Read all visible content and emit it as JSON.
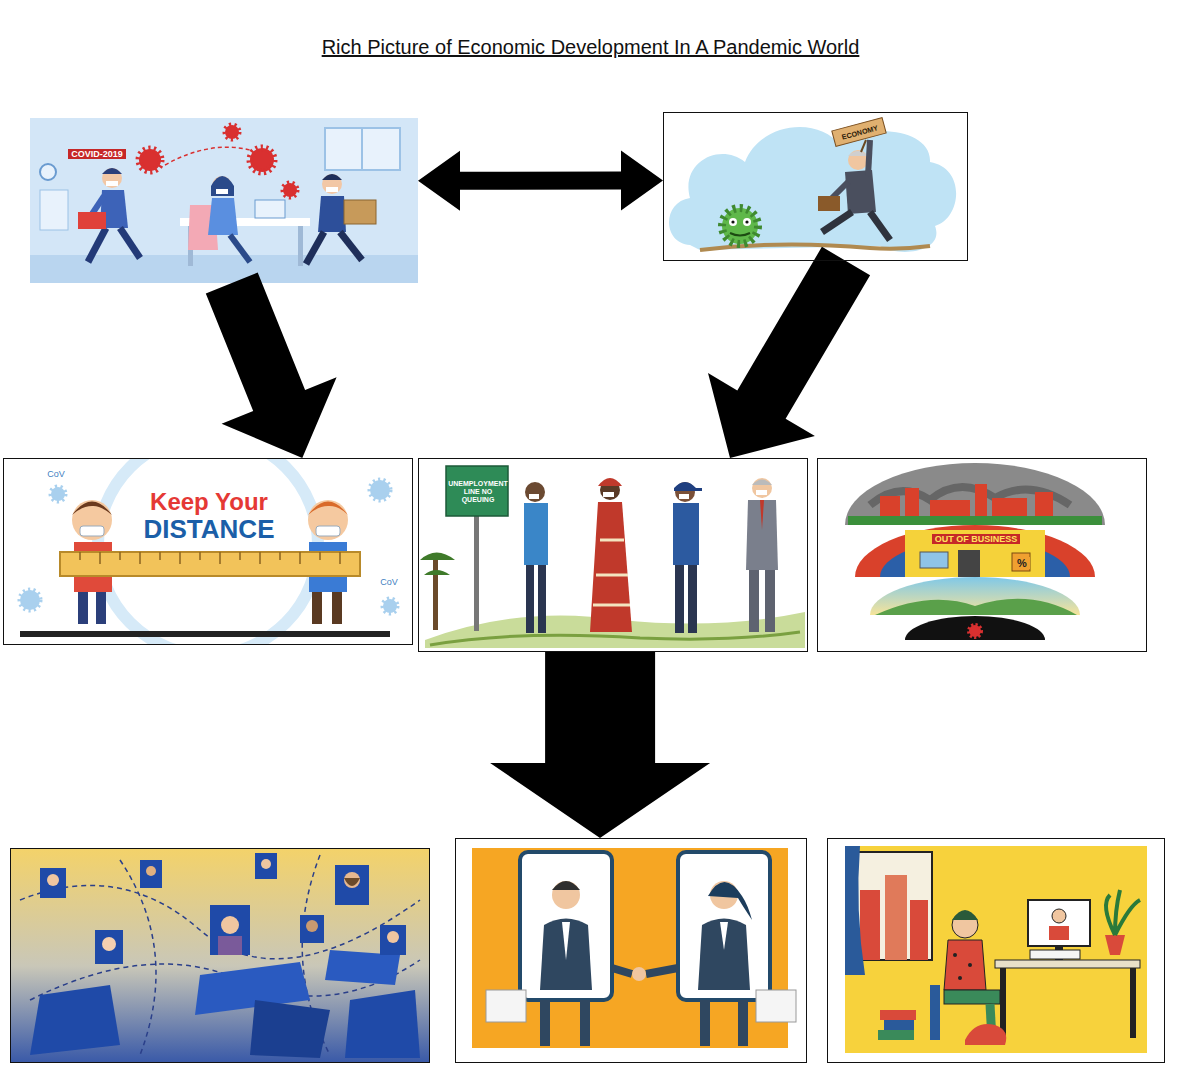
{
  "diagram": {
    "title": "Rich Picture of Economic Development In A Pandemic World",
    "nodes": [
      {
        "text": [
          "COVID-2019"
        ]
      },
      {
        "text": [
          "ECONOMY"
        ]
      },
      {
        "text": [
          "Keep Your",
          "DISTANCE",
          "CoV",
          "CoV"
        ]
      },
      {
        "text": [
          "UNEMPLOYMENT LINE NO QUEUING"
        ]
      },
      {
        "text": [
          "OUT OF BUSINESS",
          "%"
        ]
      },
      {
        "text": []
      },
      {
        "text": []
      },
      {
        "text": []
      }
    ],
    "edges": [
      {
        "from": 0,
        "to": 1,
        "arrow": "both"
      },
      {
        "from": 0,
        "to": 2,
        "arrow": "to"
      },
      {
        "from": 1,
        "to": 3,
        "arrow": "to"
      },
      {
        "from": 3,
        "to": 6,
        "arrow": "to"
      }
    ]
  }
}
